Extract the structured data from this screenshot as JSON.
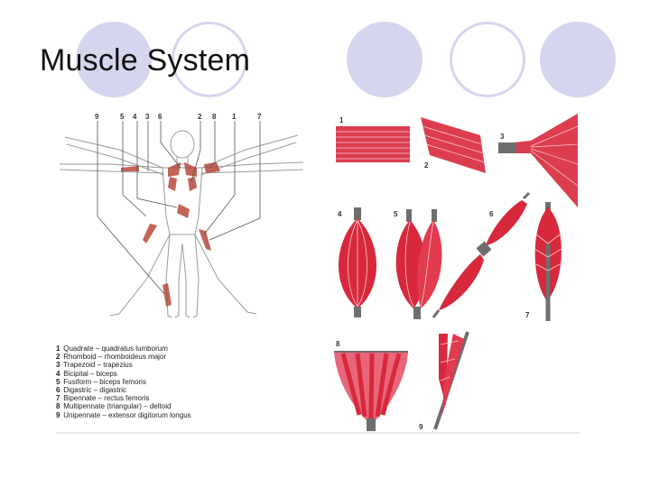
{
  "title": "Muscle System",
  "colors": {
    "muscle_red": "#d8283c",
    "muscle_pink": "#e9667a",
    "tendon_gray": "#6e6e6e",
    "decor_circle": "#d5d5ee",
    "body_outline": "#9a9a9a"
  },
  "figure": {
    "figure_top_labels": [
      "9",
      "5",
      "4",
      "3",
      "6",
      "2",
      "8",
      "1",
      "7"
    ],
    "shape_labels": [
      "1",
      "2",
      "3",
      "4",
      "5",
      "6",
      "7",
      "8",
      "9"
    ],
    "legend": [
      {
        "num": "1",
        "text": "Quadrate – quadratus lumborum"
      },
      {
        "num": "2",
        "text": "Rhomboid – rhomboideus major"
      },
      {
        "num": "3",
        "text": "Trapezoid – trapezius"
      },
      {
        "num": "4",
        "text": "Bicipital – biceps"
      },
      {
        "num": "5",
        "text": "Fusiform – biceps femoris"
      },
      {
        "num": "6",
        "text": "Digastric – digastric"
      },
      {
        "num": "7",
        "text": "Bipennate – rectus femoris"
      },
      {
        "num": "8",
        "text": "Multipennate (triangular) – deltoid"
      },
      {
        "num": "9",
        "text": "Unipennate – extensor digitorum longus"
      }
    ]
  }
}
